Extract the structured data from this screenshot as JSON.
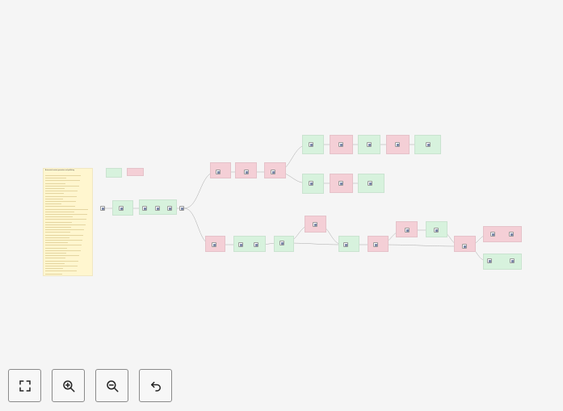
{
  "workflow": {
    "sticky_note_title": "Automated content generation and publishing",
    "notes": [
      {
        "color": "#d7f2dd"
      },
      {
        "color": "#f4cfd6"
      },
      {
        "color": "#d7f2dd"
      },
      {
        "color": "#d7f2dd"
      },
      {
        "color": "#f4cfd6"
      },
      {
        "color": "#f4cfd6"
      },
      {
        "color": "#f4cfd6"
      },
      {
        "color": "#d7f2dd"
      },
      {
        "color": "#f4cfd6"
      },
      {
        "color": "#d7f2dd"
      },
      {
        "color": "#f4cfd6"
      },
      {
        "color": "#d7f2dd"
      },
      {
        "color": "#d7f2dd"
      },
      {
        "color": "#f4cfd6"
      },
      {
        "color": "#d7f2dd"
      },
      {
        "color": "#f4cfd6"
      },
      {
        "color": "#d7f2dd"
      },
      {
        "color": "#d7f2dd"
      },
      {
        "color": "#f4cfd6"
      },
      {
        "color": "#d7f2dd"
      },
      {
        "color": "#f4cfd6"
      },
      {
        "color": "#f4cfd6"
      },
      {
        "color": "#d7f2dd"
      },
      {
        "color": "#f4cfd6"
      },
      {
        "color": "#f4cfd6"
      },
      {
        "color": "#d7f2dd"
      },
      {
        "color": "#d7f2dd"
      }
    ],
    "sticky_color": "#fff6cf",
    "edge_color": "#a8a8a8"
  },
  "toolbar": {
    "buttons": [
      {
        "name": "fit-view-button",
        "icon": "fit-view-icon"
      },
      {
        "name": "zoom-in-button",
        "icon": "zoom-in-icon"
      },
      {
        "name": "zoom-out-button",
        "icon": "zoom-out-icon"
      },
      {
        "name": "reset-zoom-button",
        "icon": "undo-icon"
      }
    ]
  }
}
